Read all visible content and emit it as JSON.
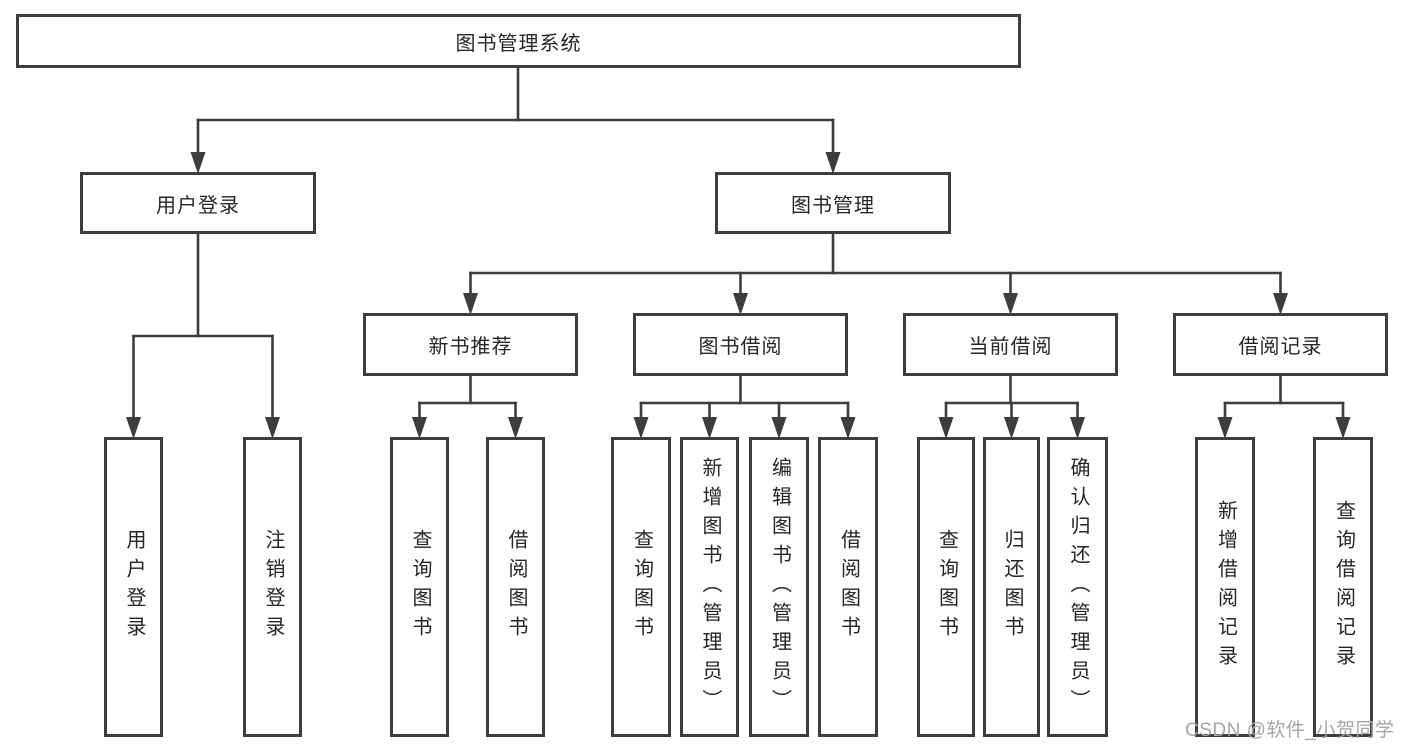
{
  "tree": {
    "root": "图书管理系统",
    "login": {
      "label": "用户登录",
      "leaves": [
        "用户登录",
        "注销登录"
      ]
    },
    "management": {
      "label": "图书管理",
      "sections": [
        {
          "label": "新书推荐",
          "leaves": [
            "查询图书",
            "借阅图书"
          ]
        },
        {
          "label": "图书借阅",
          "leaves": [
            "查询图书",
            "新增图书（管理员）",
            "编辑图书（管理员）",
            "借阅图书"
          ]
        },
        {
          "label": "当前借阅",
          "leaves": [
            "查询图书",
            "归还图书",
            "确认归还（管理员）"
          ]
        },
        {
          "label": "借阅记录",
          "leaves": [
            "新增借阅记录",
            "查询借阅记录"
          ]
        }
      ]
    }
  },
  "watermark": "CSDN @软件_小贺同学",
  "colors": {
    "line": "#3d3d3d",
    "text": "#262626",
    "watermark": "#a6a6a6",
    "background": "#ffffff"
  }
}
